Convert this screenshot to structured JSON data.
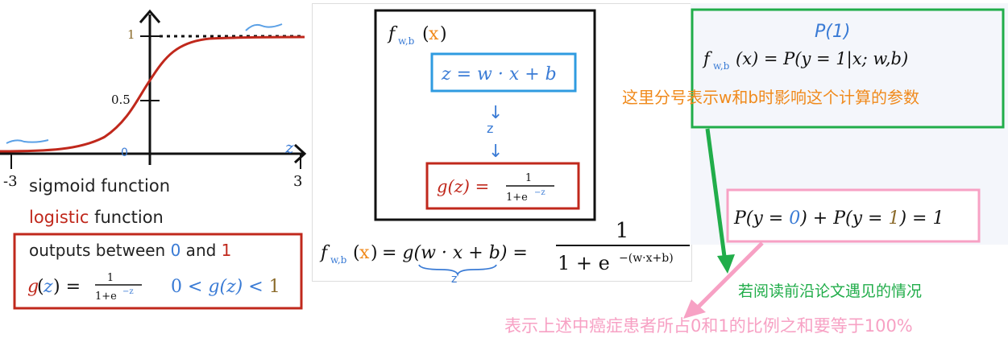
{
  "colors": {
    "curve": "#c0281c",
    "blue_text": "#3a7bd5",
    "orange_text": "#f08a1c",
    "green": "#21ad4a",
    "pink": "#f7a1c4",
    "dark": "#111111",
    "mark_blue": "#5aa0e6"
  },
  "sigmoid_panel": {
    "y_tick_1": "1",
    "y_tick_half": "0.5",
    "x_zero": "0",
    "z_axis_label": "z",
    "x_min_label": "-3",
    "x_max_label": "3",
    "line1": "sigmoid function",
    "line2_word": "logistic",
    "line2_rest": " function",
    "outputs_prefix": "outputs between ",
    "outputs_zero": "0",
    "outputs_and": " and ",
    "outputs_one": "1",
    "formula_g": "g",
    "formula_z": "z",
    "formula_num": "1",
    "formula_den": "1+e",
    "formula_exp": "−z",
    "range_zero": "0",
    "range_mid": " < g(z) < ",
    "range_one": "1"
  },
  "model_panel": {
    "f_label": "f",
    "f_sub": "w,b",
    "x_vec": "x",
    "z_eq": "z = w · x + b",
    "down_arrow": "↓",
    "z_hand": "z",
    "g_box_left": "g(z) =",
    "g_box_num": "1",
    "g_box_den": "1+e",
    "g_box_exp": "−z",
    "bottom_lhs": "= g(w · x + b) =",
    "bottom_num": "1",
    "bottom_den": "1 + e",
    "bottom_exp": "−(w·x+b)",
    "brace_z": "z"
  },
  "prob_panel": {
    "hand_title": "P(1)",
    "formula_rest": "(x) = P(y = 1|x; w,b)",
    "note_orange": "这里分号表示w和b时影响这个计算的参数",
    "sum_formula_a": "P(y = ",
    "sum_formula_zero": "0",
    "sum_formula_b": ") + P(y = ",
    "sum_formula_one": "1",
    "sum_formula_c": ") = 1"
  },
  "annotations": {
    "green_note": "若阅读前沿论文遇见的情况",
    "pink_note": "表示上述中癌症患者所占0和1的比例之和要等于100%"
  }
}
